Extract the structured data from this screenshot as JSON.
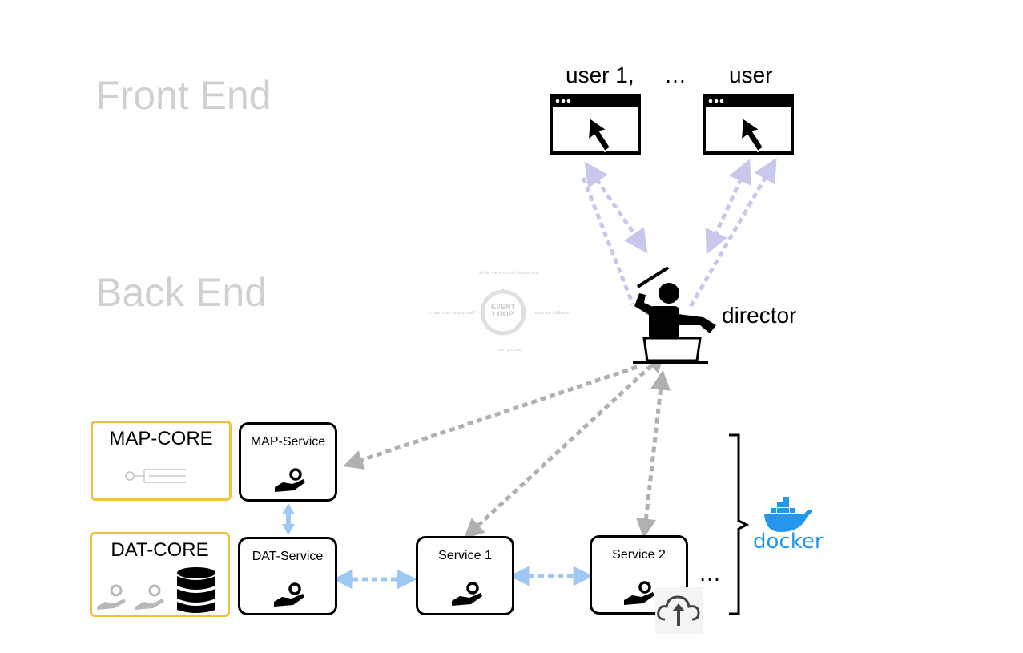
{
  "sections": {
    "front_end": "Front End",
    "back_end": "Back End"
  },
  "users": {
    "first": "user 1,",
    "ellipsis": "…",
    "last": "user"
  },
  "director": {
    "label": "director"
  },
  "event_loop": {
    "center": [
      "EVENT",
      "LOOP"
    ],
    "top": "while there's code to execute",
    "left": "more code to execute?",
    "right": "execute callbacks",
    "bottom": "exit process"
  },
  "cores": [
    {
      "label": "MAP-CORE"
    },
    {
      "label": "DAT-CORE"
    }
  ],
  "services": [
    {
      "label": "MAP-Service"
    },
    {
      "label": "DAT-Service"
    },
    {
      "label": "Service 1"
    },
    {
      "label": "Service 2"
    }
  ],
  "more_services": "…",
  "docker": {
    "label": "docker"
  },
  "colors": {
    "section_text": "#d0d0d0",
    "core_border": "#f0c040",
    "user_arrow": "#c8c8ec",
    "director_arrow": "#b0b0b0",
    "service_arrow": "#9ec8f4",
    "docker_blue": "#2496ed"
  },
  "icons": [
    "browser-window-icon",
    "cursor-arrow-icon",
    "conductor-icon",
    "gear-hand-icon",
    "database-icon",
    "cloud-upload-icon",
    "docker-whale-icon",
    "map-icon",
    "event-loop-icon"
  ]
}
